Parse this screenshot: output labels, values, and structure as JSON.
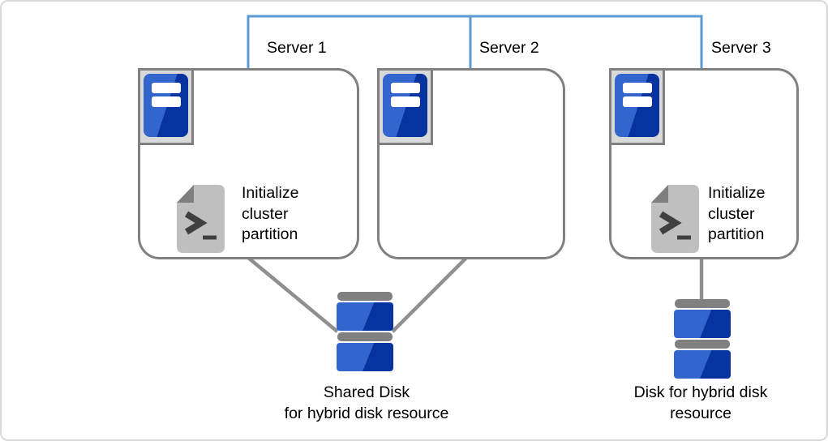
{
  "diagram": {
    "servers": [
      {
        "label": "Server 1",
        "has_script": true
      },
      {
        "label": "Server 2",
        "has_script": false
      },
      {
        "label": "Server 3",
        "has_script": true
      }
    ],
    "script_label": {
      "line1": "Initialize",
      "line2": "cluster",
      "line3": "partition"
    },
    "shared_disk_label": {
      "line1": "Shared Disk",
      "line2": "for hybrid disk resource"
    },
    "hybrid_disk_label": {
      "line1": "Disk for hybrid disk",
      "line2": "resource"
    },
    "icons": {
      "server": "server-tower-icon",
      "script": "script-file-icon",
      "disk": "disk-stack-icon"
    },
    "colors": {
      "network_line": "#5B9BD5",
      "box_border": "#808080",
      "connector_line": "#8F8F8F",
      "icon_frame_bg": "#D9D9D9",
      "server_blue_light": "#3366CC",
      "server_blue_dark": "#0733A0",
      "disk_cap": "#808080",
      "script_doc": "#BFBFBF",
      "script_fold": "#7F7F7F",
      "script_glyph": "#404040",
      "text": "#000000"
    }
  }
}
